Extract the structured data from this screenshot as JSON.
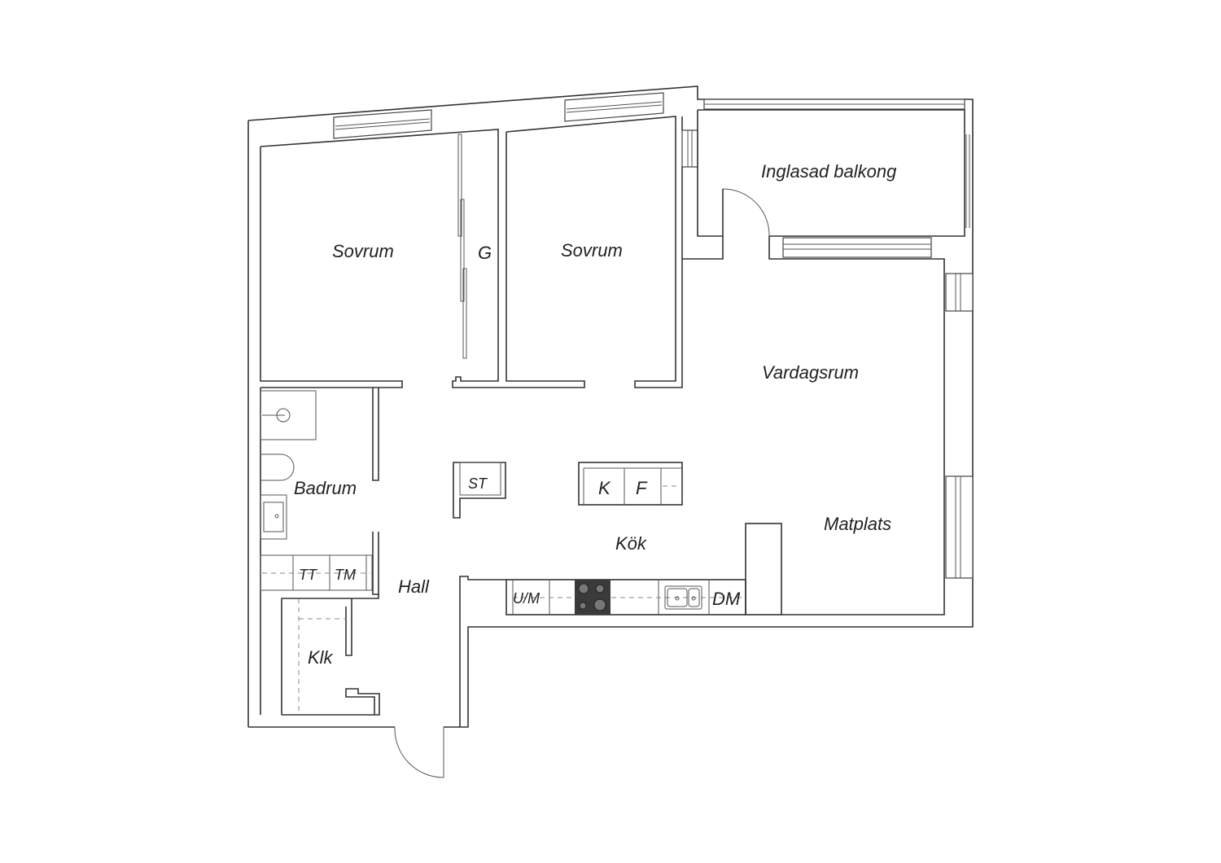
{
  "rooms": {
    "sovrum_1": "Sovrum",
    "garderob": "G",
    "sovrum_2": "Sovrum",
    "balkong": "Inglasad balkong",
    "vardagsrum": "Vardagsrum",
    "badrum": "Badrum",
    "kok": "Kök",
    "matplats": "Matplats",
    "hall": "Hall",
    "klk": "Klk"
  },
  "fixtures": {
    "st": "ST",
    "k": "K",
    "f": "F",
    "tt": "TT",
    "tm": "TM",
    "um": "U/M",
    "dm": "DM"
  }
}
